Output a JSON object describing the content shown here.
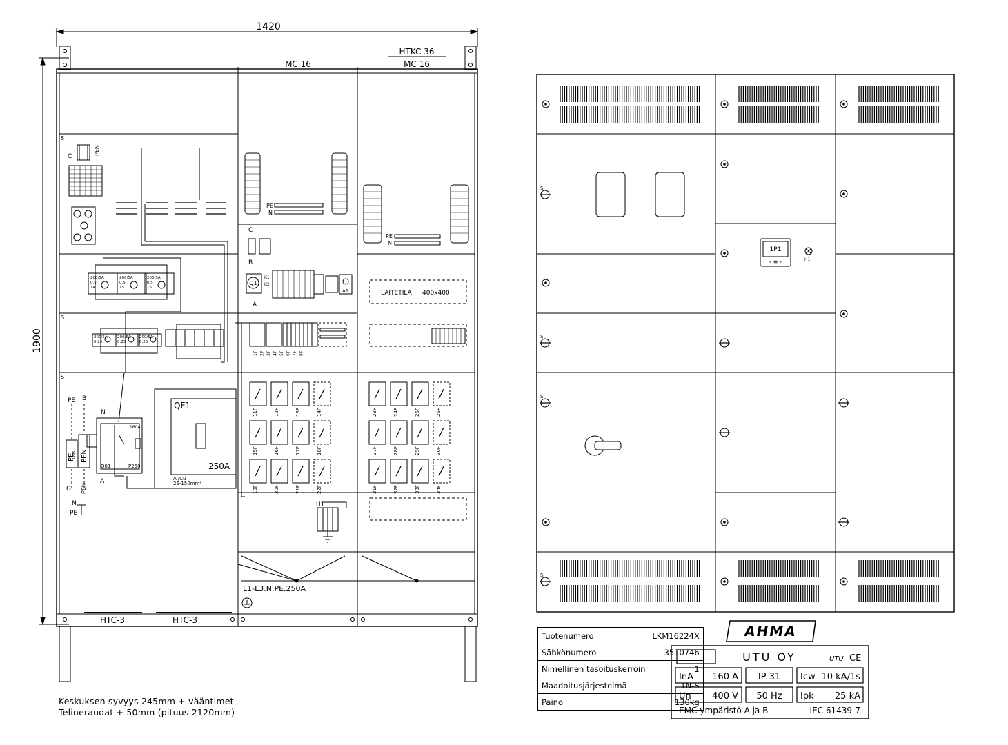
{
  "dimensions": {
    "width": "1420",
    "height": "1900"
  },
  "frame_labels": {
    "htkc": "HTKC 36",
    "mc_center": "MC 16",
    "mc_right": "MC 16",
    "htc_left": "HTC-3",
    "htc_right": "HTC-3"
  },
  "marks": {
    "s": "S",
    "c_left": "C",
    "pen_top": "PEN",
    "pe_bar": "PE",
    "n_bar": "N",
    "c_mid": "C",
    "b_mid": "B",
    "a_mid": "A",
    "a1": "A1",
    "q1": "Q1",
    "k1": "K1",
    "k2": "K2",
    "pe_left": "PE",
    "b_left": "B",
    "n_left": "N",
    "pen_label": "PEN",
    "pe_term": "PE",
    "size_1x95": "1x95",
    "n_bottom": "N",
    "pe_bottom": "PE",
    "g_mark": "G",
    "pen_bottom": "PEN",
    "a_bottom": "A"
  },
  "breakers_top": [
    {
      "rating": "200/5A",
      "ratio": "0.5",
      "id": "14"
    },
    {
      "rating": "200/5A",
      "ratio": "0.5",
      "id": "15"
    },
    {
      "rating": "200/5A",
      "ratio": "0.5",
      "id": "16"
    }
  ],
  "breakers_mid": [
    {
      "rating": "200/5A",
      "ratio": "0.25"
    },
    {
      "rating": "200/5A",
      "ratio": "0.25"
    },
    {
      "rating": "200/5A",
      "ratio": "0.25"
    }
  ],
  "switch_labels": {
    "n": "N",
    "rating": "160A",
    "q01": "Q01",
    "p250": "P250"
  },
  "fuse_switch": {
    "id": "QF1",
    "rating": "250A",
    "cable": "Al/Cu",
    "cable_range": "25-150mm²"
  },
  "device_room": {
    "label": "LAITETILA",
    "size": "400x400"
  },
  "fuse_rows_mid": [
    [
      "11F",
      "12F",
      "13F",
      "14F"
    ],
    [
      "15F",
      "16F",
      "17F",
      "18F"
    ],
    [
      "19F",
      "20F",
      "21F",
      "22F"
    ]
  ],
  "fuse_rows_right": [
    [
      "23F",
      "24F",
      "25F",
      "26F"
    ],
    [
      "27F",
      "28F",
      "29F",
      "30F"
    ],
    [
      "31F",
      "32F",
      "33F",
      "34F"
    ]
  ],
  "small_fuses": [
    "1F",
    "2F",
    "3F",
    "4F",
    "5F",
    "6F",
    "7F",
    "8F"
  ],
  "u1": "U1",
  "busbar": "L1-L3.N.PE.250A",
  "front": {
    "meter": "1P1",
    "lamp": "H1",
    "logo": "AHMA"
  },
  "notes": [
    "Keskuksen syvyys 245mm + vääntimet",
    "Telineraudat + 50mm (pituus 2120mm)"
  ],
  "product_table": [
    {
      "key": "Tuotenumero",
      "value": "LKM16224X"
    },
    {
      "key": "Sähkönumero",
      "value": "3510746"
    },
    {
      "key": "Nimellinen tasoituskerroin",
      "value": "1"
    },
    {
      "key": "Maadoitusjärjestelmä",
      "value": "TN-S"
    },
    {
      "key": "Paino",
      "value": "130kg"
    }
  ],
  "rating_plate": {
    "company": "UTU OY",
    "cells": [
      [
        "InA",
        "160 A"
      ],
      [
        "IP 31"
      ],
      [
        "Icw",
        "10 kA/1s"
      ],
      [
        "Un",
        "400 V"
      ],
      [
        "50 Hz"
      ],
      [
        "Ipk",
        "25 kA"
      ]
    ],
    "emc": "EMC-ympäristö A ja B",
    "standard": "IEC 61439-7",
    "utu_mark": "UTU",
    "ce_mark": "CE"
  }
}
